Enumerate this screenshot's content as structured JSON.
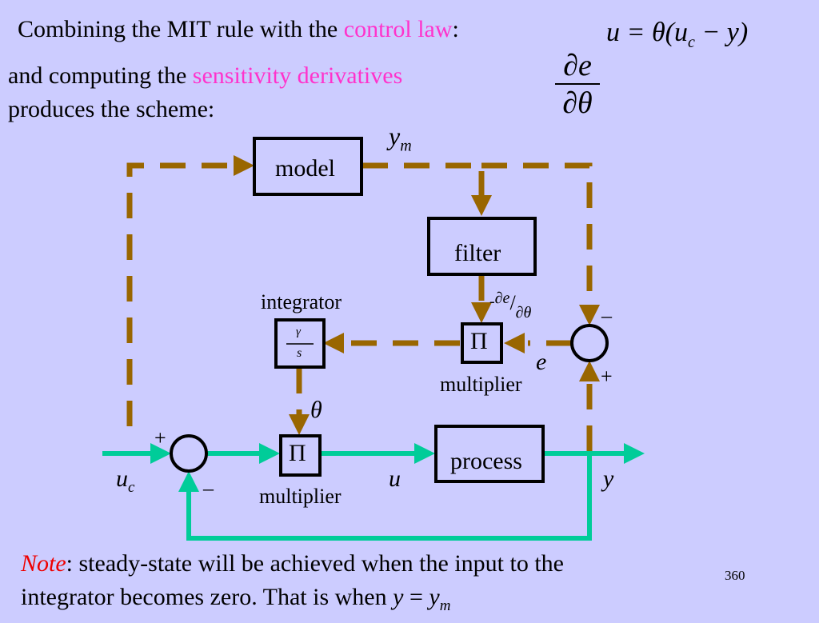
{
  "intro": {
    "line1_prefix": "Combining the MIT rule with the ",
    "line1_highlight": "control law",
    "line1_suffix": ":",
    "line2_prefix": "and computing the ",
    "line2_highlight": "sensitivity derivatives",
    "line3": "produces the scheme:"
  },
  "equation": {
    "u": "u",
    "equals_theta": " = θ(",
    "uc": "u",
    "uc_sub": "c",
    "minus_y": " − y)"
  },
  "sensitivity_fraction": {
    "numerator": "∂e",
    "denominator": "∂θ"
  },
  "blocks": {
    "model": "model",
    "filter": "filter",
    "process": "process",
    "integrator_num": "γ",
    "integrator_den": "s",
    "multiplier_symbol": "Π"
  },
  "labels": {
    "ym": "y",
    "ym_sub": "m",
    "integrator": "integrator",
    "multiplier_top": "multiplier",
    "multiplier_bottom": "multiplier",
    "deriv_minus": "-",
    "deriv_num": "∂e",
    "deriv_slash": "/",
    "deriv_den": "∂θ",
    "e": "e",
    "theta": "θ",
    "uc": "u",
    "uc_sub": "c",
    "u": "u",
    "y": "y",
    "sum_right_minus": "–",
    "sum_right_plus": "+",
    "sum_left_plus": "+",
    "sum_left_minus": "–"
  },
  "note": {
    "label": "Note",
    "text1": ":  steady-state will be achieved when the input to the",
    "text2": "integrator becomes zero. That is when ",
    "y": "y",
    "equals": " = ",
    "ym": "y",
    "ym_sub": "m"
  },
  "page_number": "360",
  "colors": {
    "background": "#ccccff",
    "dashed": "#996600",
    "signal": "#00cc99",
    "highlight": "#ff33cc",
    "note": "#ee0000"
  }
}
